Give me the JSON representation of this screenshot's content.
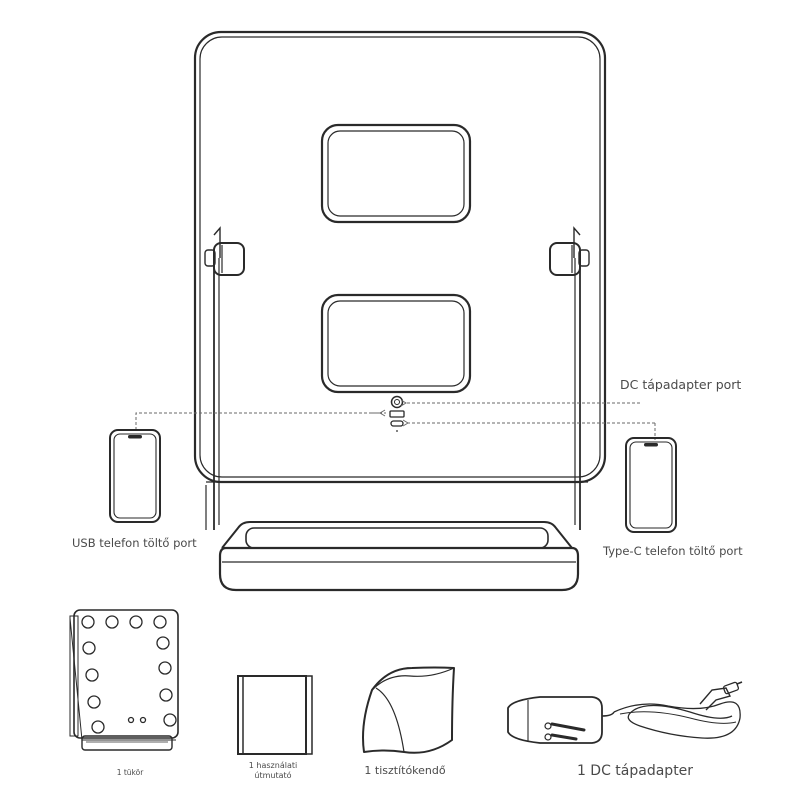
{
  "labels": {
    "dc_port": "DC tápadapter port",
    "usb_port": "USB telefon töltő port",
    "typec_port": "Type-C telefon töltő port"
  },
  "contents": {
    "mirror": "1 tükör",
    "manual_line1": "1 használati",
    "manual_line2": "útmutató",
    "cloth": "1 tisztítókendő",
    "adapter": "1 DC tápadapter"
  },
  "colors": {
    "line": "#2a2a2a",
    "dashed": "#6a6a6a",
    "label_text": "#4a4a4a"
  }
}
